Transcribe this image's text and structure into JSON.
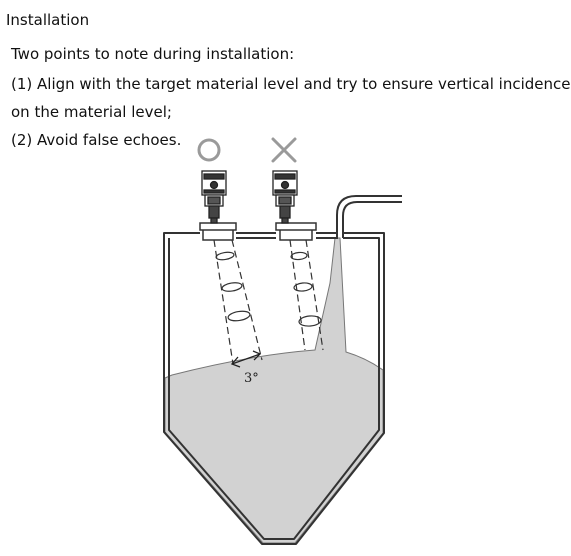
{
  "heading": "Installation",
  "intro": "Two points to note during installation:",
  "point1_line1": "(1) Align with the target material level and try to ensure vertical incidence",
  "point1_line2": "on the material level;",
  "point2": "(2) Avoid false echoes.",
  "diagram": {
    "correct_mark": "○",
    "wrong_mark": "✕",
    "angle_label": "3°",
    "mark_color": "#9a9a9a",
    "material_color": "#d2d2d2"
  }
}
